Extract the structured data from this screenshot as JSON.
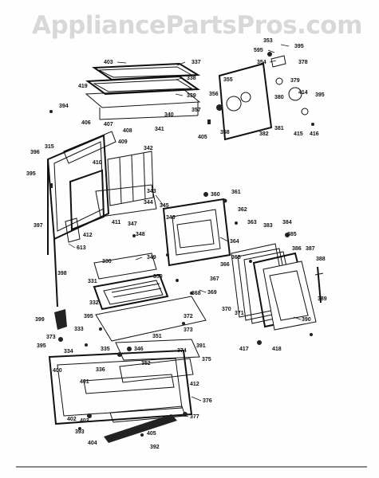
{
  "watermark": "AppliancePartsPros.com",
  "labels": [
    {
      "id": "353",
      "t": "353"
    },
    {
      "id": "395a",
      "t": "395"
    },
    {
      "id": "595",
      "t": "595"
    },
    {
      "id": "354",
      "t": "354"
    },
    {
      "id": "378",
      "t": "378"
    },
    {
      "id": "379",
      "t": "379"
    },
    {
      "id": "355",
      "t": "355"
    },
    {
      "id": "380",
      "t": "380"
    },
    {
      "id": "414",
      "t": "414"
    },
    {
      "id": "395b",
      "t": "395"
    },
    {
      "id": "356",
      "t": "356"
    },
    {
      "id": "357",
      "t": "357"
    },
    {
      "id": "358",
      "t": "358"
    },
    {
      "id": "381",
      "t": "381"
    },
    {
      "id": "382",
      "t": "382"
    },
    {
      "id": "415",
      "t": "415"
    },
    {
      "id": "416",
      "t": "416"
    },
    {
      "id": "405a",
      "t": "405"
    },
    {
      "id": "403",
      "t": "403"
    },
    {
      "id": "337",
      "t": "337"
    },
    {
      "id": "338",
      "t": "338"
    },
    {
      "id": "419",
      "t": "419"
    },
    {
      "id": "339",
      "t": "339"
    },
    {
      "id": "340",
      "t": "340"
    },
    {
      "id": "394",
      "t": "394"
    },
    {
      "id": "406",
      "t": "406"
    },
    {
      "id": "407",
      "t": "407"
    },
    {
      "id": "408",
      "t": "408"
    },
    {
      "id": "341",
      "t": "341"
    },
    {
      "id": "409",
      "t": "409"
    },
    {
      "id": "396",
      "t": "396"
    },
    {
      "id": "315",
      "t": "315"
    },
    {
      "id": "342",
      "t": "342"
    },
    {
      "id": "410",
      "t": "410"
    },
    {
      "id": "395c",
      "t": "395"
    },
    {
      "id": "343",
      "t": "343"
    },
    {
      "id": "360",
      "t": "360"
    },
    {
      "id": "361",
      "t": "361"
    },
    {
      "id": "344",
      "t": "344"
    },
    {
      "id": "345",
      "t": "345"
    },
    {
      "id": "362",
      "t": "362"
    },
    {
      "id": "347",
      "t": "347"
    },
    {
      "id": "346a",
      "t": "346"
    },
    {
      "id": "363",
      "t": "363"
    },
    {
      "id": "383",
      "t": "383"
    },
    {
      "id": "384",
      "t": "384"
    },
    {
      "id": "397",
      "t": "397"
    },
    {
      "id": "411",
      "t": "411"
    },
    {
      "id": "412a",
      "t": "412"
    },
    {
      "id": "348",
      "t": "348"
    },
    {
      "id": "385",
      "t": "385"
    },
    {
      "id": "364",
      "t": "364"
    },
    {
      "id": "613",
      "t": "613"
    },
    {
      "id": "330",
      "t": "330"
    },
    {
      "id": "349",
      "t": "349"
    },
    {
      "id": "365",
      "t": "365"
    },
    {
      "id": "386",
      "t": "386"
    },
    {
      "id": "387",
      "t": "387"
    },
    {
      "id": "388",
      "t": "388"
    },
    {
      "id": "366",
      "t": "366"
    },
    {
      "id": "398",
      "t": "398"
    },
    {
      "id": "331",
      "t": "331"
    },
    {
      "id": "350",
      "t": "350"
    },
    {
      "id": "367",
      "t": "367"
    },
    {
      "id": "369",
      "t": "369"
    },
    {
      "id": "368",
      "t": "368"
    },
    {
      "id": "389",
      "t": "389"
    },
    {
      "id": "332",
      "t": "332"
    },
    {
      "id": "370",
      "t": "370"
    },
    {
      "id": "371",
      "t": "371"
    },
    {
      "id": "390",
      "t": "390"
    },
    {
      "id": "399",
      "t": "399"
    },
    {
      "id": "395d",
      "t": "395"
    },
    {
      "id": "372",
      "t": "372"
    },
    {
      "id": "373a",
      "t": "373"
    },
    {
      "id": "373b",
      "t": "373"
    },
    {
      "id": "333",
      "t": "333"
    },
    {
      "id": "351",
      "t": "351"
    },
    {
      "id": "395e",
      "t": "395"
    },
    {
      "id": "334",
      "t": "334"
    },
    {
      "id": "335",
      "t": "335"
    },
    {
      "id": "346b",
      "t": "346"
    },
    {
      "id": "417",
      "t": "417"
    },
    {
      "id": "418",
      "t": "418"
    },
    {
      "id": "374",
      "t": "374"
    },
    {
      "id": "391",
      "t": "391"
    },
    {
      "id": "352",
      "t": "352"
    },
    {
      "id": "375",
      "t": "375"
    },
    {
      "id": "400",
      "t": "400"
    },
    {
      "id": "336",
      "t": "336"
    },
    {
      "id": "401",
      "t": "401"
    },
    {
      "id": "412b",
      "t": "412"
    },
    {
      "id": "376",
      "t": "376"
    },
    {
      "id": "402",
      "t": "402"
    },
    {
      "id": "403b",
      "t": "403"
    },
    {
      "id": "377",
      "t": "377"
    },
    {
      "id": "393",
      "t": "393"
    },
    {
      "id": "405b",
      "t": "405"
    },
    {
      "id": "404",
      "t": "404"
    },
    {
      "id": "392",
      "t": "392"
    }
  ]
}
